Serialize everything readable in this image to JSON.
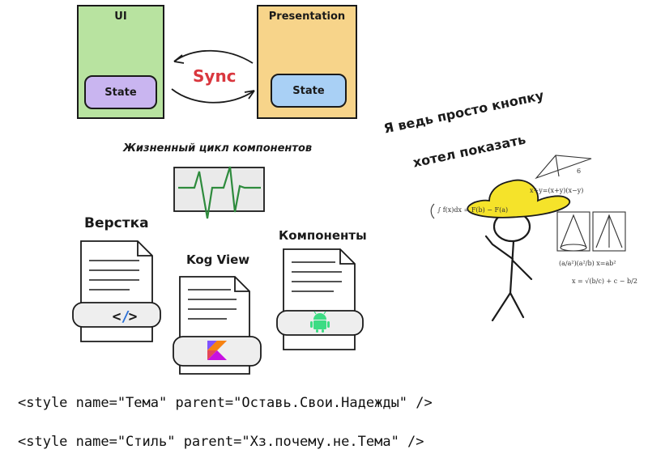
{
  "ui_box": {
    "title": "UI",
    "state_label": "State",
    "fill": "#b8e3a0",
    "state_fill": "#c9b5f0"
  },
  "presentation_box": {
    "title": "Presentation",
    "state_label": "State",
    "fill": "#f7d48a",
    "state_fill": "#a9d0f5"
  },
  "sync_label": "Sync",
  "sync_color": "#d9373e",
  "lifecycle": {
    "label": "Жизненный цикл компонентов",
    "line_color": "#2e8b3d"
  },
  "docs": [
    {
      "label": "Верстка",
      "icon": "code-brackets-icon"
    },
    {
      "label": "Kog View",
      "icon": "kotlin-logo-icon"
    },
    {
      "label": "Компоненты",
      "icon": "android-robot-icon"
    }
  ],
  "caption": {
    "line1": "Я ведь просто кнопку",
    "line2": "хотел показать"
  },
  "hat_color": "#f5e32a",
  "code": {
    "line1": "<style name=\"Тема\" parent=\"Оставь.Свои.Надежды\" />",
    "line2": "<style name=\"Стиль\" parent=\"Хз.почему.не.Тема\" />"
  }
}
